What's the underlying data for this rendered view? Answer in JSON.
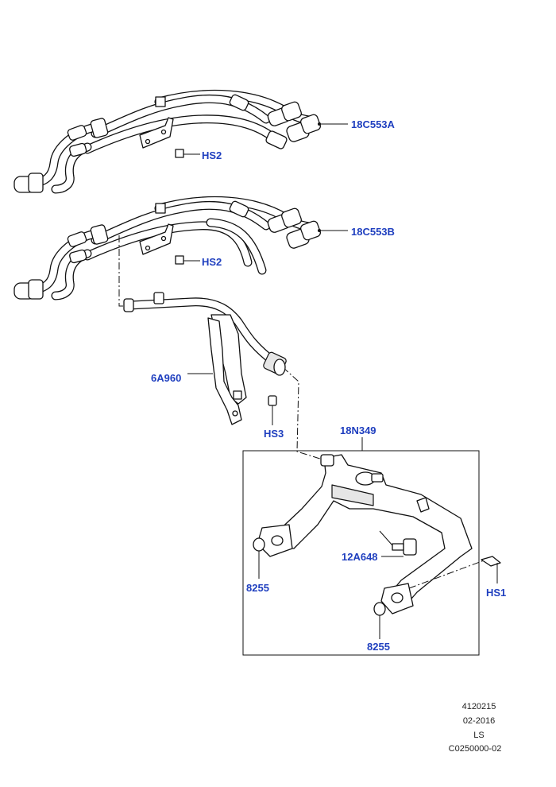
{
  "callouts": {
    "hose_upper": "18C553A",
    "clip_upper": "HS2",
    "hose_lower": "18C553B",
    "clip_lower": "HS2",
    "pipe": "6A960",
    "bolt_pipe": "HS3",
    "housing": "18N349",
    "sensor": "12A648",
    "seal_left": "8255",
    "seal_right": "8255",
    "bolt_housing": "HS1"
  },
  "reference": {
    "line1": "4120215",
    "line2": "02-2016",
    "line3": "LS",
    "line4": "C0250000-02"
  },
  "colors": {
    "callout": "#1f3fbf",
    "line": "#111111"
  }
}
